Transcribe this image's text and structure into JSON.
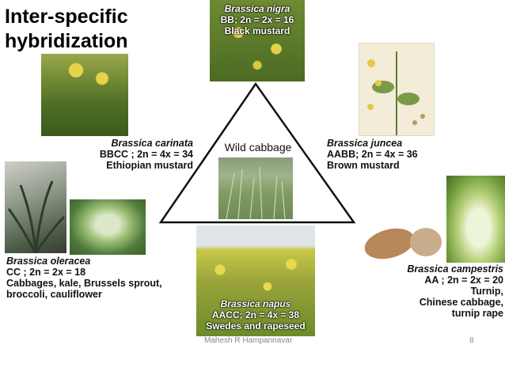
{
  "title_lines": [
    "Inter-specific",
    "hybridization"
  ],
  "center": {
    "label": "Wild cabbage"
  },
  "species": {
    "nigra": {
      "name": "Brassica nigra",
      "genome": "BB; 2n = 2x = 16",
      "common": "Black mustard"
    },
    "carinata": {
      "name": "Brassica carinata",
      "genome": "BBCC ; 2n = 4x = 34",
      "common": "Ethiopian mustard"
    },
    "juncea": {
      "name": "Brassica juncea",
      "genome": "AABB; 2n = 4x = 36",
      "common": "Brown mustard"
    },
    "oleracea": {
      "name": "Brassica oleracea",
      "genome": "CC ; 2n = 2x = 18",
      "common1": "Cabbages, kale, Brussels sprout,",
      "common2": "broccoli, cauliflower"
    },
    "napus": {
      "name": "Brassica napus",
      "genome": "AACC; 2n = 4x = 38",
      "common": "Swedes and rapeseed"
    },
    "campestris": {
      "name": "Brassica campestris",
      "genome": "AA ; 2n = 2x = 20",
      "common1": "Turnip,",
      "common2": "Chinese cabbage,",
      "common3": "turnip rape"
    }
  },
  "footer": {
    "author": "Mahesh R Hampannavar",
    "page": "8"
  }
}
